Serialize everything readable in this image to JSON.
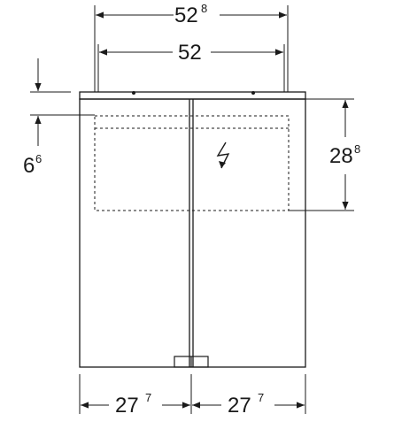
{
  "drawing": {
    "dimensions": {
      "overall_width": {
        "main": "52",
        "sup": "8"
      },
      "inner_width": {
        "main": "52",
        "sup": ""
      },
      "top_offset": {
        "main": "6",
        "sup": "6"
      },
      "compartment_height": {
        "main": "28",
        "sup": "8"
      },
      "left_door_width": {
        "main": "27",
        "sup": "7"
      },
      "right_door_width": {
        "main": "27",
        "sup": "7"
      }
    },
    "symbols": {
      "electrical": "lightning-bolt-icon"
    },
    "colors": {
      "line": "#1a1a1a",
      "background": "#ffffff"
    }
  }
}
